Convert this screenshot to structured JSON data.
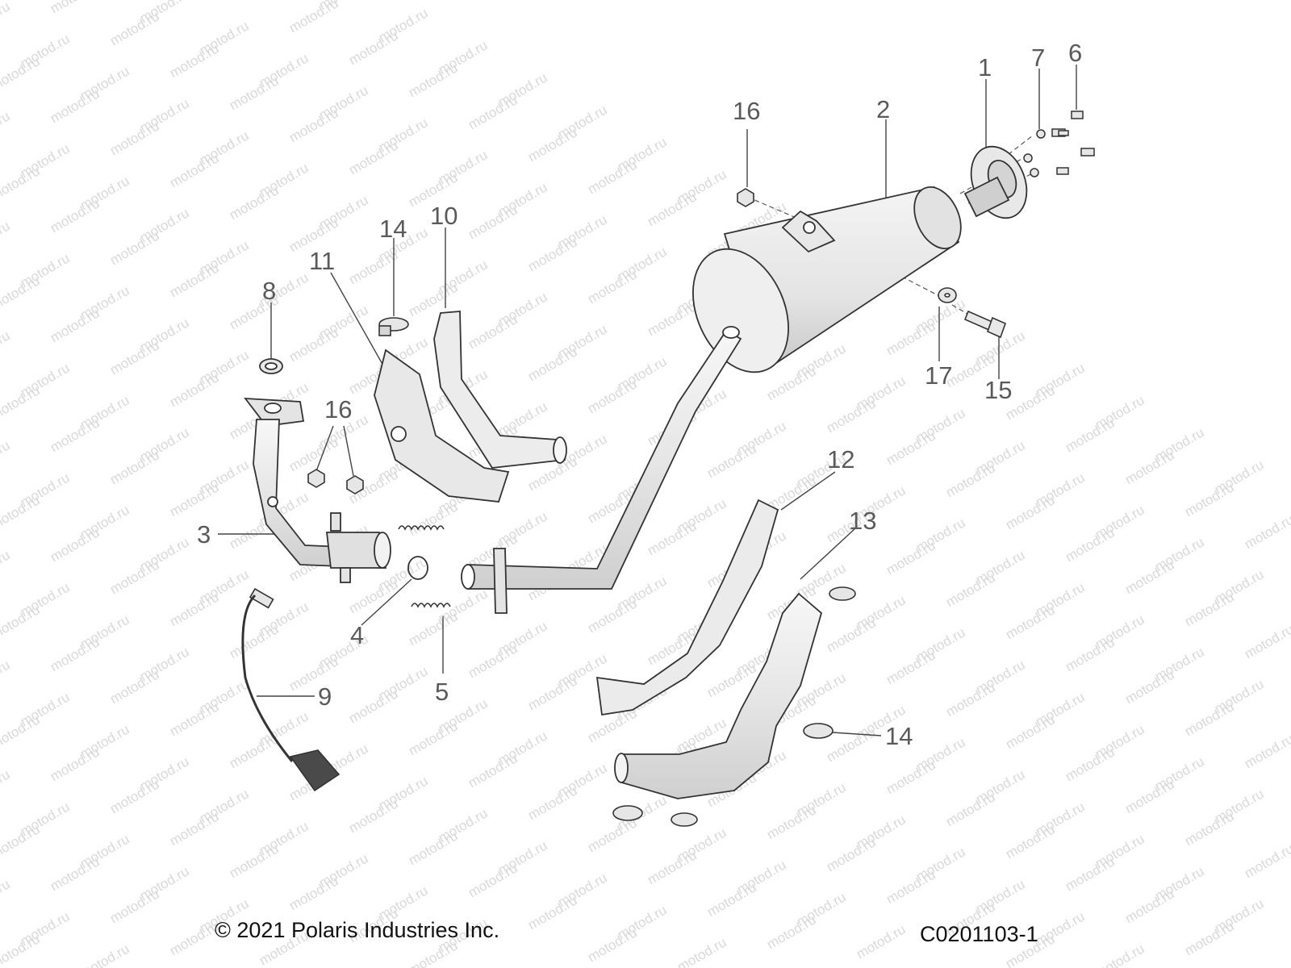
{
  "watermark": "motod.ru",
  "callouts": {
    "c1": "1",
    "c2": "2",
    "c3": "3",
    "c4": "4",
    "c5": "5",
    "c6": "6",
    "c7": "7",
    "c8": "8",
    "c9": "9",
    "c10": "10",
    "c11": "11",
    "c12": "12",
    "c13": "13",
    "c14a": "14",
    "c14b": "14",
    "c15": "15",
    "c16a": "16",
    "c16b": "16",
    "c17": "17"
  },
  "footer": {
    "copyright": "© 2021 Polaris Industries Inc.",
    "diagram_code": "C0201103-1"
  },
  "colors": {
    "line": "#333333",
    "part_fill": "#ebebeb",
    "callout_text": "#5a5a5a",
    "watermark": "#d9d9d9"
  }
}
